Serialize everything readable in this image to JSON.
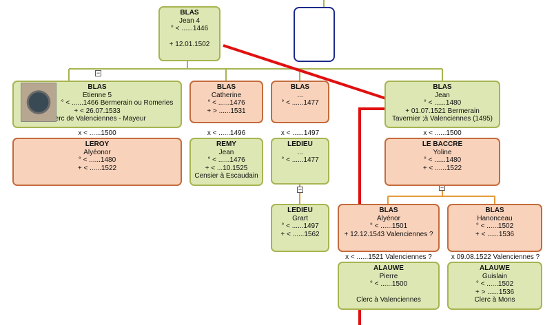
{
  "colors": {
    "green_bg": "#dde7b3",
    "green_border": "#a7b451",
    "salmon_bg": "#f8d2bb",
    "salmon_border": "#c46b3c",
    "red_line": "#e01010",
    "blue_border": "#1a2a8a"
  },
  "persons": {
    "jean4": {
      "surname": "BLAS",
      "given": "Jean 4",
      "birth": "° < ......1446",
      "blank": "",
      "death": "+ 12.01.1502"
    },
    "etienne": {
      "surname": "BLAS",
      "given": "Etienne 5",
      "birth": "° < ......1466 Bermerain ou Romeries",
      "death": "+ < 26.07.1533",
      "occupation": "Clerc de Valenciennes - Mayeur"
    },
    "catherine": {
      "surname": "BLAS",
      "given": "Catherine",
      "birth": "° < ......1476",
      "death": "+ > ......1531"
    },
    "blas_unknown": {
      "surname": "BLAS",
      "given": "...",
      "birth": "° < ......1477"
    },
    "jean": {
      "surname": "BLAS",
      "given": "Jean",
      "birth": "° < ......1480",
      "death": "+ 01.07.1521 Bermerain",
      "occupation": "Tavernier ;à Valenciennes (1495)"
    },
    "leroy": {
      "surname": "LEROY",
      "given": "Alyéonor",
      "birth": "° < ......1480",
      "death": "+ < ......1522"
    },
    "remy": {
      "surname": "REMY",
      "given": "Jean",
      "birth": "° < ......1476",
      "death": "+ < ...10.1525",
      "occupation": "Censier à Escaudain"
    },
    "ledieu1": {
      "surname": "LEDIEU",
      "given": "...",
      "birth": "° < ......1477"
    },
    "lebaccre": {
      "surname": "LE BACCRE",
      "given": "Yoline",
      "birth": "° < ......1480",
      "death": "+ < ......1522"
    },
    "ledieu2": {
      "surname": "LEDIEU",
      "given": "Grart",
      "birth": "° < ......1497",
      "death": "+ < ......1562"
    },
    "alyenor": {
      "surname": "BLAS",
      "given": "Alyénor",
      "birth": "° < ......1501",
      "death": "+ 12.12.1543 Valenciennes ?"
    },
    "hanonceau": {
      "surname": "BLAS",
      "given": "Hanonceau",
      "birth": "° < ......1502",
      "death": "+ < ......1536"
    },
    "pierre": {
      "surname": "ALAUWE",
      "given": "Pierre",
      "birth": "° < ......1500",
      "blank": "",
      "occupation": "Clerc à Valenciennes"
    },
    "guislain": {
      "surname": "ALAUWE",
      "given": "Guislain",
      "birth": "° < ......1502",
      "death": "+ > ......1536",
      "occupation": "Clerc à Mons"
    }
  },
  "marriages": {
    "etienne": "x < ......1500",
    "catherine": "x < ......1496",
    "blas_unknown": "x < ......1497",
    "jean": "x < ......1500",
    "alyenor": "x < ......1521 Valenciennes ?",
    "hanonceau": "x 09.08.1522 Valenciennes ?"
  },
  "toggles": {
    "collapse": "−"
  }
}
